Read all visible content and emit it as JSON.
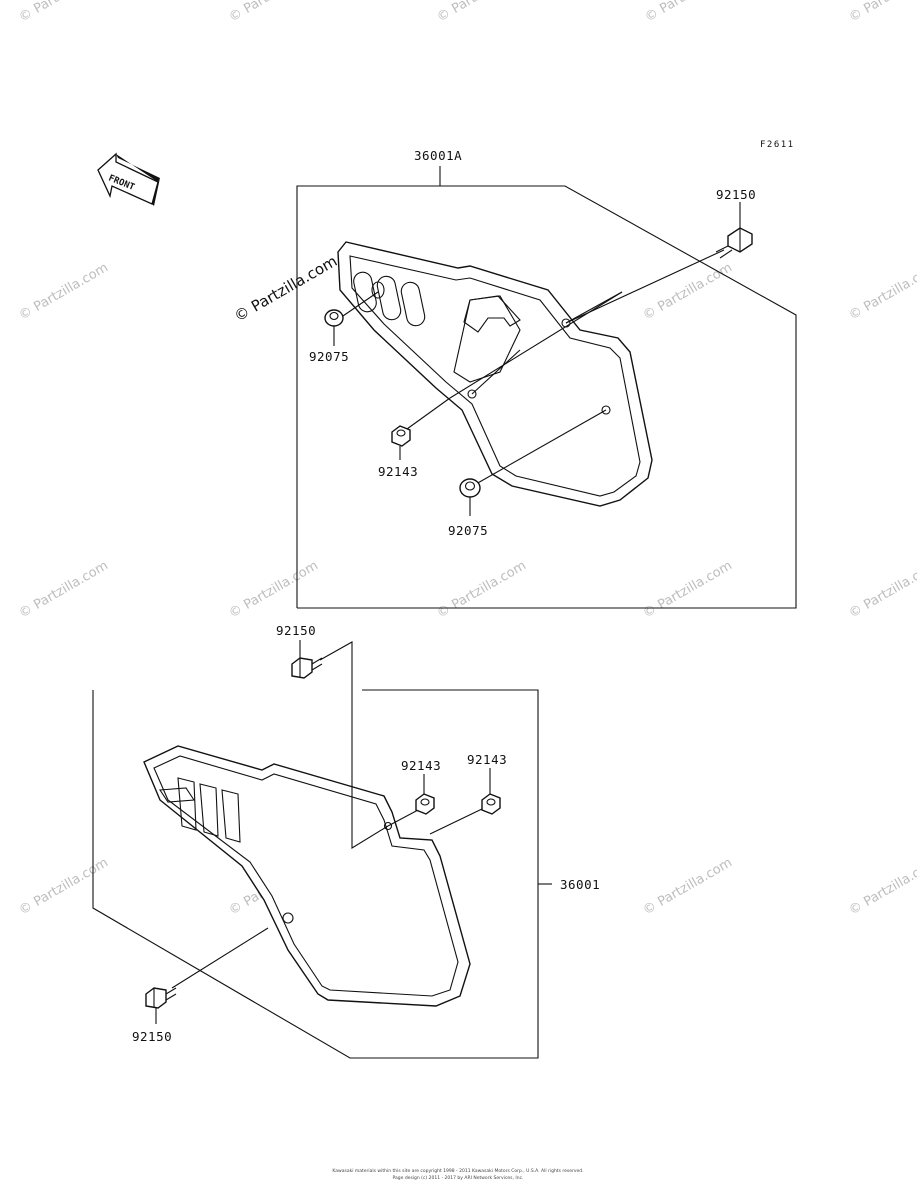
{
  "figure_ref": "F2611",
  "front_label": "FRONT",
  "watermark": "© Partzilla.com",
  "parts": {
    "cover_a": "36001A",
    "cover": "36001",
    "bolt": "92150",
    "grommet": "92075",
    "collar": "92143"
  },
  "footer": {
    "line1": "Kawasaki materials within this site are copyright 1998 - 2011 Kawasaki Motors Corp., U.S.A. All rights reserved.",
    "line2": "Page design (c) 2011 - 2017 by ARI Network Services, Inc."
  }
}
